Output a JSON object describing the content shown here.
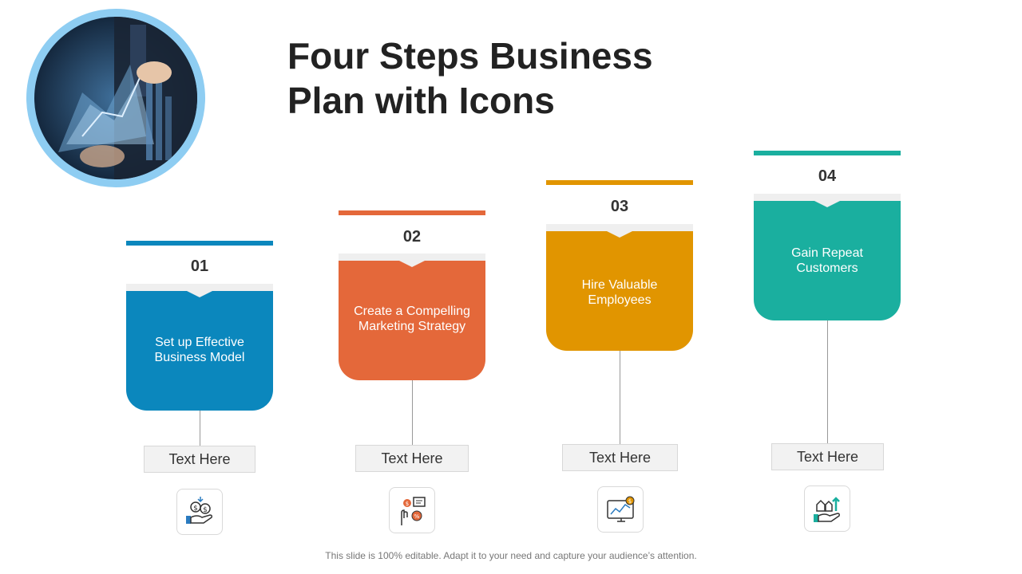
{
  "slide": {
    "title": "Four Steps Business Plan with Icons",
    "footer": "This slide is 100% editable. Adapt it to your need and capture your audience’s attention."
  },
  "photo": {
    "ring_color": "#8ecdf2"
  },
  "steps": [
    {
      "number": "01",
      "text": "Set up Effective Business Model",
      "caption": "Text Here",
      "color": "#0b87bd",
      "icon": "money-hand-icon"
    },
    {
      "number": "02",
      "text": "Create a Compelling Marketing Strategy",
      "caption": "Text Here",
      "color": "#e4683a",
      "icon": "marketing-hand-icon"
    },
    {
      "number": "03",
      "text": "Hire Valuable Employees",
      "caption": "Text Here",
      "color": "#e19500",
      "icon": "monitor-chart-icon"
    },
    {
      "number": "04",
      "text": "Gain Repeat Customers",
      "caption": "Text Here",
      "color": "#1aaf9f",
      "icon": "growth-hand-icon"
    }
  ]
}
